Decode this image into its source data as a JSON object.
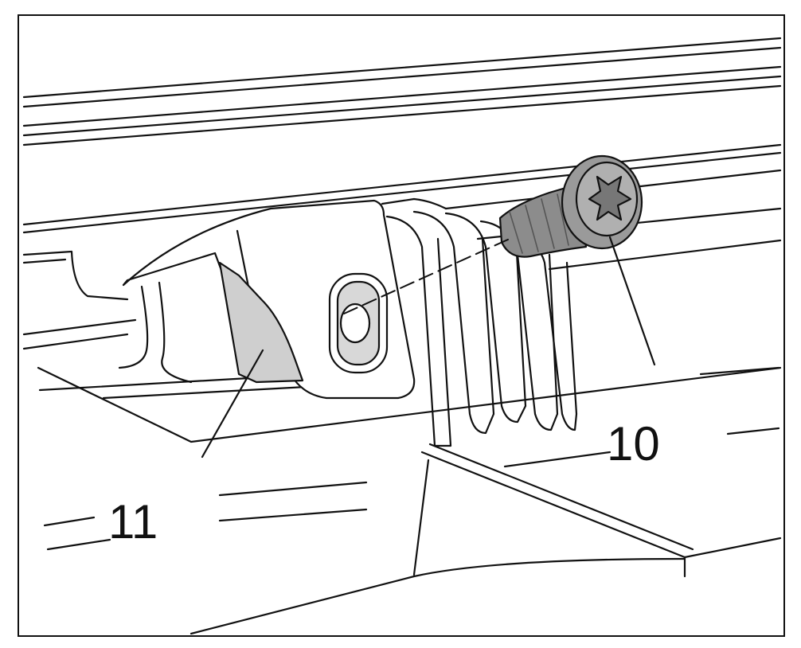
{
  "figure": {
    "callouts": [
      {
        "id": "10",
        "label": "10",
        "part": "torx-screw"
      },
      {
        "id": "11",
        "label": "11",
        "part": "bracket-clip"
      }
    ],
    "colors": {
      "line": "#111111",
      "fill": "#ffffff",
      "part_shade": "#cfcfcf",
      "screw_shade": "#8c8c8c"
    }
  }
}
